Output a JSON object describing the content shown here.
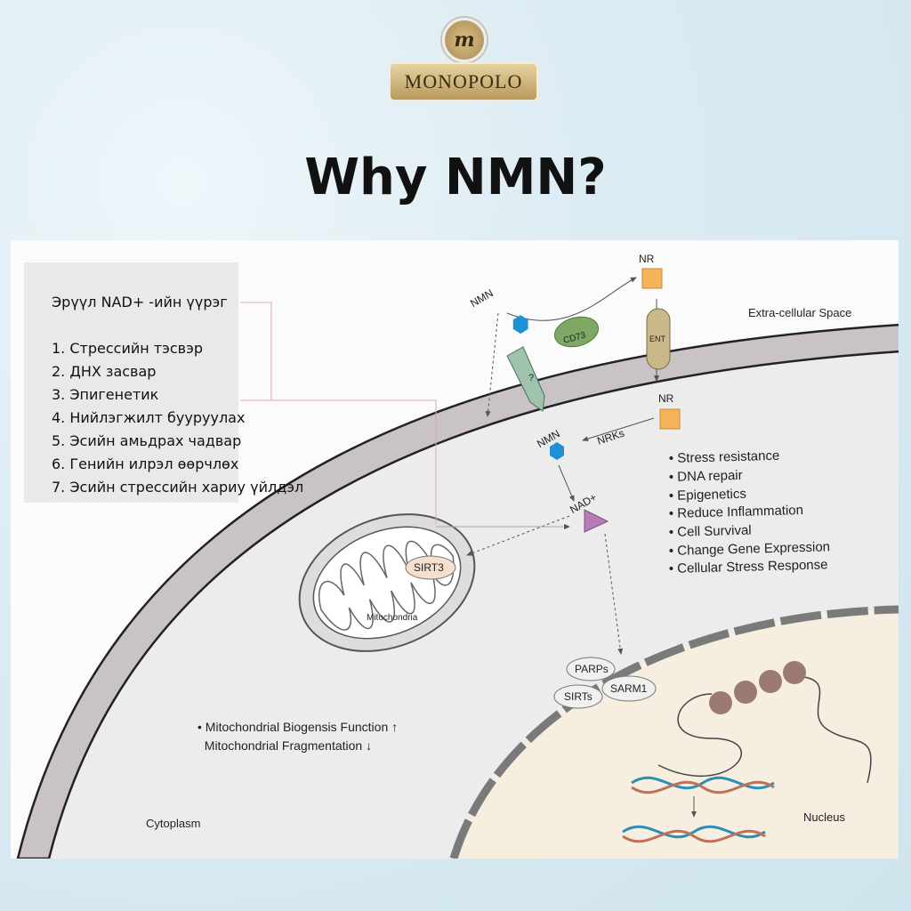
{
  "logo": {
    "monogram": "m",
    "brand": "MONOPOLO"
  },
  "title": "Why NMN?",
  "sidebar_box": {
    "heading": "Эрүүл NAD+ -ийн үүрэг",
    "items": [
      "1. Стрессийн тэсвэр",
      "2. ДНХ засвар",
      "3. Эпигенетик",
      "4. Нийлэгжилт бууруулах",
      "5. Эсийн амьдрах чадвар",
      "6. Генийн илрэл өөрчлөх",
      "7. Эсийн стрессийн хариу үйлдэл"
    ]
  },
  "diagram": {
    "extracellular": "Extra-cellular Space",
    "cytoplasm": "Cytoplasm",
    "nucleus": "Nucleus",
    "mitochondria": "Mitochondria",
    "nmn_out": "NMN",
    "nmn_in": "NMN",
    "nr_out": "NR",
    "nr_in": "NR",
    "cd73": "CD73",
    "ent": "ENT",
    "transporter": "?",
    "nrks": "NRKs",
    "nad": "NAD+",
    "sirt3": "SIRT3",
    "parps": "PARPs",
    "sirts": "SIRTs",
    "sarm1": "SARM1",
    "effects": [
      "• Stress resistance",
      "• DNA repair",
      "• Epigenetics",
      "• Reduce Inflammation",
      "• Cell Survival",
      "• Change Gene Expression",
      "• Cellular Stress Response"
    ],
    "mito_effects": [
      "• Mitochondrial Biogensis Function ↑",
      "  Mitochondrial Fragmentation ↓"
    ]
  },
  "colors": {
    "nmn": "#1e90d6",
    "nr": "#f5b45a",
    "nad": "#b77cb5",
    "cd73": "#7fa865",
    "ent": "#c8b88a"
  }
}
